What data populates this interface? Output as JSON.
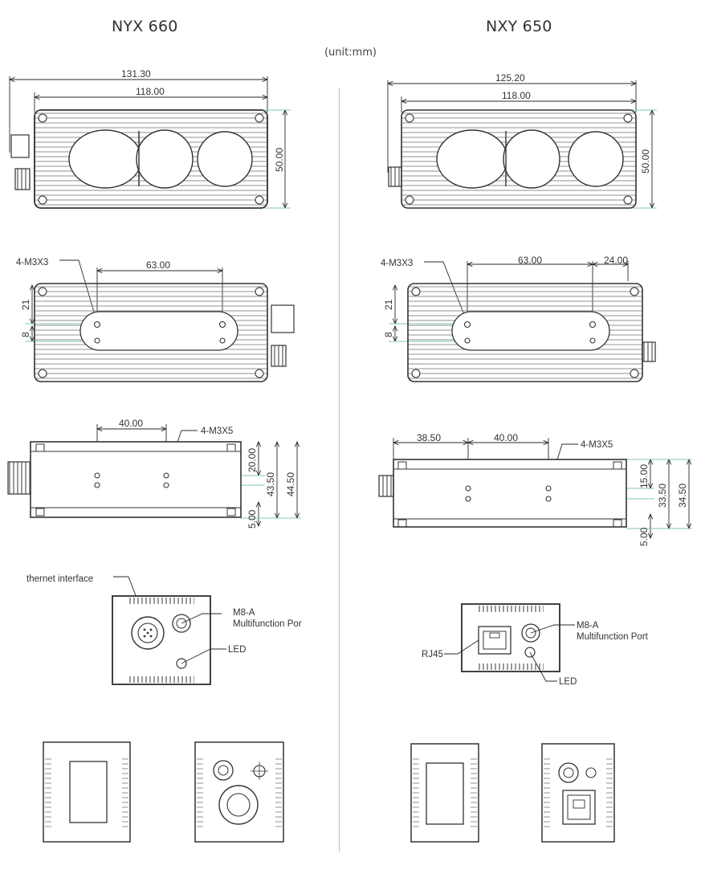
{
  "titles": {
    "left": "NYX 660",
    "right": "NXY 650"
  },
  "unit": "(unit:mm)",
  "colors": {
    "line": "#333333",
    "dim": "#2a2a2a",
    "guide": "#7fc9a9",
    "body_fill": "#f4f4f4"
  },
  "left": {
    "view1": {
      "w_total": "131.30",
      "w_inner": "118.00",
      "height": "50.00"
    },
    "view2": {
      "hole_label": "4-M3X3",
      "spacing": "63.00",
      "v1": "21",
      "v2": "8"
    },
    "view3": {
      "spacing": "40.00",
      "hole_label": "4-M3X5",
      "d1": "20.00",
      "d2": "43.50",
      "d3": "44.50",
      "d4": "5.00"
    },
    "view4": {
      "ethernet_label": "thernet interface",
      "port_label": "M8-A",
      "port_desc": "Multifunction Por",
      "led_label": "LED"
    }
  },
  "right": {
    "view1": {
      "w_total": "125.20",
      "w_inner": "118.00",
      "height": "50.00"
    },
    "view2": {
      "hole_label": "4-M3X3",
      "spacing": "63.00",
      "offset": "24.00",
      "v1": "21",
      "v2": "8"
    },
    "view3": {
      "d_left": "38.50",
      "spacing": "40.00",
      "hole_label": "4-M3X5",
      "d1": "15.00",
      "d2": "33.50",
      "d3": "34.50",
      "d4": "5.00"
    },
    "view4": {
      "rj45_label": "RJ45",
      "port_label": "M8-A",
      "port_desc": "Multifunction Port",
      "led_label": "LED"
    }
  }
}
